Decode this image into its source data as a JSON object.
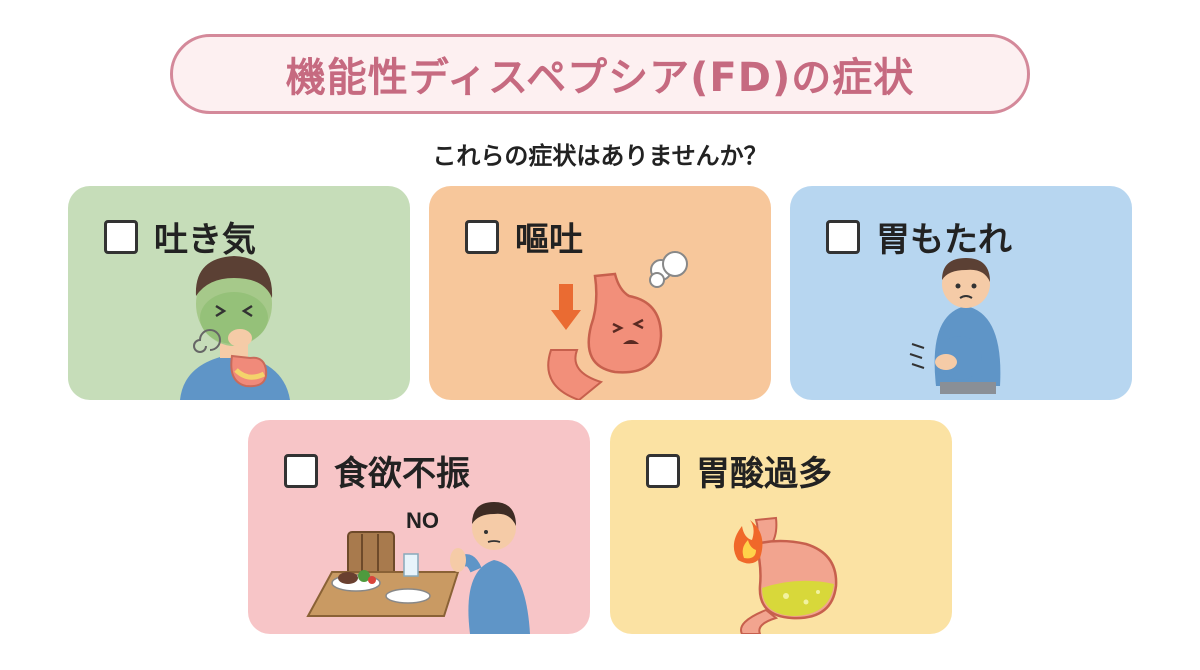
{
  "title": "機能性ディスペプシア(FD)の症状",
  "subtitle": "これらの症状はありませんか？",
  "cards": [
    {
      "label": "吐き気",
      "color": "#c6ddb9"
    },
    {
      "label": "嘔吐",
      "color": "#f7c79b"
    },
    {
      "label": "胃もたれ",
      "color": "#b7d6f0"
    },
    {
      "label": "食欲不振",
      "color": "#f7c5c7",
      "refuse_text": "NO"
    },
    {
      "label": "胃酸過多",
      "color": "#fbe2a3"
    }
  ]
}
